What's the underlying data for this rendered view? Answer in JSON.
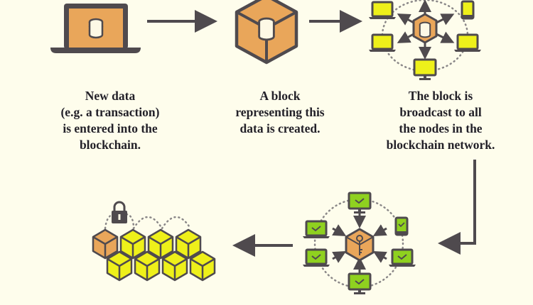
{
  "colors": {
    "background": "#fefdec",
    "outline": "#4f4a4e",
    "orange": "#e9a65a",
    "yellow": "#eef01a",
    "green": "#8fd11f",
    "cream": "#fdf9e6",
    "dots": "#8a8788"
  },
  "steps": [
    {
      "id": 1,
      "icon": "laptop-database-icon",
      "caption": [
        "New data",
        "(e.g. a transaction)",
        "is entered into the",
        "blockchain."
      ]
    },
    {
      "id": 2,
      "icon": "block-database-icon",
      "caption": [
        "A block",
        "representing this",
        "data is created."
      ]
    },
    {
      "id": 3,
      "icon": "broadcast-network-icon",
      "caption": [
        "The block is",
        "broadcast to all",
        "the nodes in the",
        "blockchain network."
      ]
    },
    {
      "id": 4,
      "icon": "validation-network-icon",
      "caption": []
    },
    {
      "id": 5,
      "icon": "locked-chain-icon",
      "caption": []
    }
  ]
}
